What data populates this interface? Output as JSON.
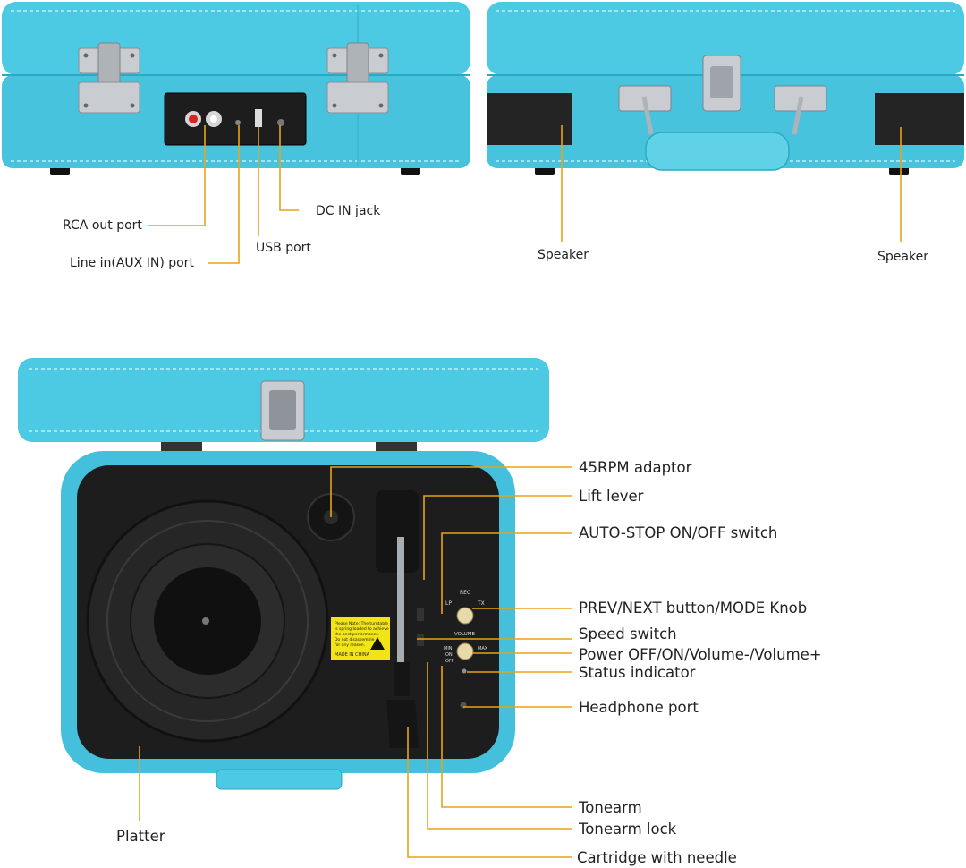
{
  "colors": {
    "case": "#4cc9e3",
    "case_dark": "#2aa9c4",
    "case_light": "#7fdcee",
    "panel": "#1d1d1d",
    "platter": "#262626",
    "chrome": "#c9cdd1",
    "leader": "#e8a317",
    "warning_label": "#f2e415"
  },
  "back_view": {
    "ports": {
      "rca_out": "RCA out port",
      "line_in": "Line in(AUX IN) port",
      "usb": "USB port",
      "dc_in": "DC IN jack"
    }
  },
  "side_view": {
    "speaker_left": "Speaker",
    "speaker_right": "Speaker"
  },
  "top_view": {
    "callouts": {
      "adaptor": "45RPM adaptor",
      "lift_lever": "Lift lever",
      "auto_stop": "AUTO-STOP ON/OFF switch",
      "prev_next": "PREV/NEXT button/MODE Knob",
      "speed": "Speed switch",
      "power": "Power OFF/ON/Volume-/Volume+",
      "status": "Status indicator",
      "headphone": "Headphone port",
      "tonearm": "Tonearm",
      "tonearm_lock": "Tonearm lock",
      "cartridge": "Cartridge with needle",
      "platter": "Platter"
    },
    "panel_text": {
      "rec": "REC",
      "lp": "LP",
      "tx": "TX",
      "volume": "VOLUME",
      "min": "MIN",
      "on": "ON",
      "off": "OFF",
      "max": "MAX"
    },
    "sticker": {
      "text_1": "Please Note: The turntable",
      "text_2": "is spring loaded to achieve",
      "text_3": "the best performance.",
      "text_4": "Do not disassemble",
      "text_5": "for any reason.",
      "made_in": "MADE IN CHINA"
    }
  }
}
